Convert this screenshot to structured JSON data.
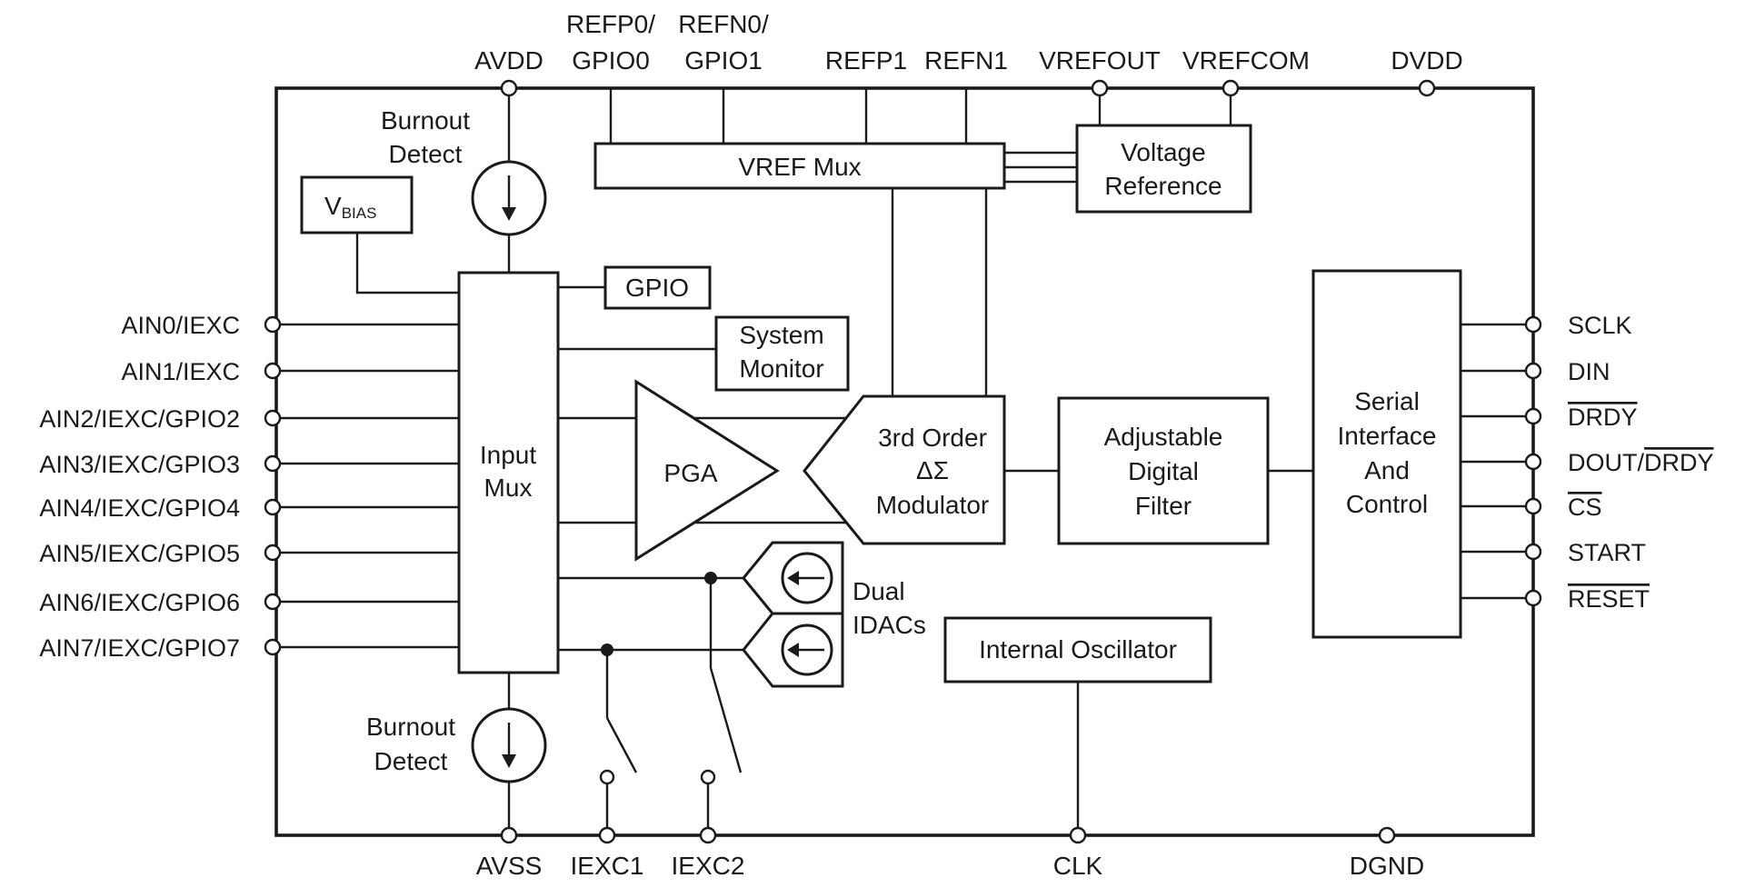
{
  "pins": {
    "top": {
      "avdd": "AVDD",
      "refp0_line1": "REFP0/",
      "refp0_line2": "GPIO0",
      "refn0_line1": "REFN0/",
      "refn0_line2": "GPIO1",
      "refp1": "REFP1",
      "refn1": "REFN1",
      "vrefout": "VREFOUT",
      "vrefcom": "VREFCOM",
      "dvdd": "DVDD"
    },
    "left": [
      "AIN0/IEXC",
      "AIN1/IEXC",
      "AIN2/IEXC/GPIO2",
      "AIN3/IEXC/GPIO3",
      "AIN4/IEXC/GPIO4",
      "AIN5/IEXC/GPIO5",
      "AIN6/IEXC/GPIO6",
      "AIN7/IEXC/GPIO7"
    ],
    "right": {
      "sclk": "SCLK",
      "din": "DIN",
      "drdy": "DRDY",
      "dout_prefix": "DOUT/",
      "dout_drdy": "DRDY",
      "cs": "CS",
      "start": "START",
      "reset": "RESET"
    },
    "bottom": {
      "avss": "AVSS",
      "iexc1": "IEXC1",
      "iexc2": "IEXC2",
      "clk": "CLK",
      "dgnd": "DGND"
    }
  },
  "blocks": {
    "burnout_top": [
      "Burnout",
      "Detect"
    ],
    "burnout_bottom": [
      "Burnout",
      "Detect"
    ],
    "vbias_main": "V",
    "vbias_sub": "BIAS",
    "vref_mux": "VREF Mux",
    "voltage_reference": [
      "Voltage",
      "Reference"
    ],
    "gpio": "GPIO",
    "system_monitor": [
      "System",
      "Monitor"
    ],
    "input_mux": [
      "Input",
      "Mux"
    ],
    "pga": "PGA",
    "modulator": [
      "3rd Order",
      "ΔΣ",
      "Modulator"
    ],
    "digital_filter": [
      "Adjustable",
      "Digital",
      "Filter"
    ],
    "serial_interface": [
      "Serial",
      "Interface",
      "And",
      "Control"
    ],
    "dual_idacs": [
      "Dual",
      "IDACs"
    ],
    "internal_oscillator": "Internal Oscillator"
  }
}
